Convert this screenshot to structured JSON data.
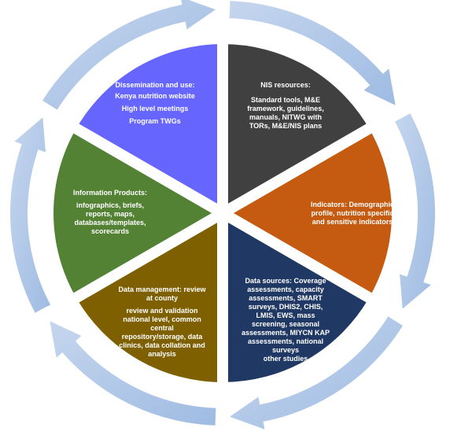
{
  "colors": {
    "ring": "#aac4e6",
    "dissemination": "#6666ff",
    "nis_resources": "#404040",
    "indicators": "#c55a11",
    "data_sources": "#203864",
    "data_management": "#7f6000",
    "information_products": "#548235"
  },
  "segments": {
    "dissemination": {
      "title": "Dissemination and use:",
      "lines": [
        "Kenya nutrition website",
        "High level meetings",
        "Program TWGs"
      ]
    },
    "nis_resources": {
      "title": "NIS resources:",
      "lines": [
        "Standard tools, M&E",
        "framework, guidelines,",
        "manuals, NITWG with",
        "TORs, M&E/NIS plans"
      ]
    },
    "indicators": {
      "title": "Indicators: Demographic",
      "lines": [
        "profile,  nutrition specific",
        "and sensitive indicators"
      ]
    },
    "data_sources": {
      "title": "Data sources: Coverage",
      "lines": [
        "assessments, capacity",
        "assessments, SMART",
        "surveys, DHIS2, CHIS,",
        "LMIS, EWS, mass",
        "screening, seasonal",
        "assessments, MIYCN KAP",
        "assessments, national",
        "surveys",
        "other studies"
      ]
    },
    "data_management": {
      "title": "Data management: review",
      "lines": [
        "at county",
        "review and validation",
        "national level, common",
        "central",
        "repository/storage, data",
        "clinics, data collation and",
        "analysis"
      ]
    },
    "information_products": {
      "title": "Information Products:",
      "lines": [
        "infographics, briefs,",
        "reports, maps,",
        "databases/templates,",
        "scorecards"
      ]
    }
  }
}
